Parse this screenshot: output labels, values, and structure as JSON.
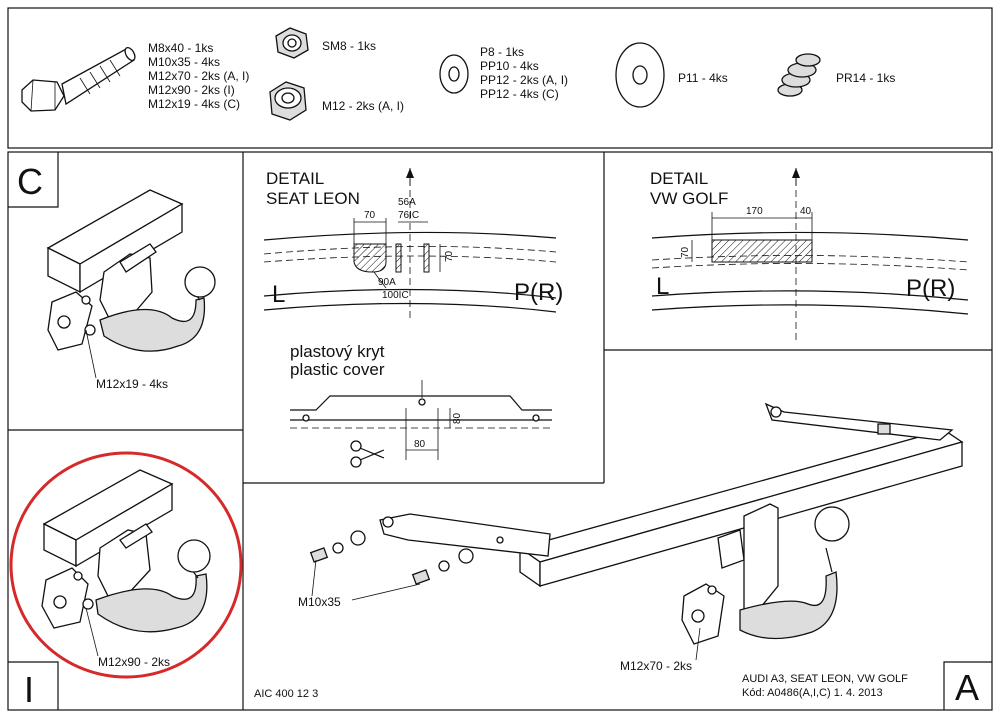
{
  "hardware": {
    "bolt_lines": [
      "M8x40 - 1ks",
      "M10x35 - 4ks",
      "M12x70 - 2ks (A, I)",
      "M12x90 - 2ks (I)",
      "M12x19 - 4ks (C)"
    ],
    "nut_sm8": "SM8 - 1ks",
    "nut_m12": "M12 - 2ks (A, I)",
    "washer_lines": [
      "P8 - 1ks",
      "PP10 - 4ks",
      "PP12 - 2ks (A, I)",
      "PP12 - 4ks (C)"
    ],
    "washer_p11": "P11 - 4ks",
    "spring": "PR14 - 1ks"
  },
  "panel_c": {
    "letter": "C",
    "label": "M12x19 - 4ks"
  },
  "panel_i": {
    "letter": "I",
    "label": "M12x90 - 2ks"
  },
  "panel_a": {
    "letter": "A",
    "label_m10": "M10x35",
    "label_m12": "M12x70 - 2ks"
  },
  "detail_seat": {
    "title1": "DETAIL",
    "title2": "SEAT LEON",
    "dim_70": "70",
    "dim_56a": "56A",
    "dim_76ic": "76IC",
    "dim_vert_70": "70",
    "dim_90a": "90A",
    "dim_100ic": "100IC",
    "left": "L",
    "right": "P(R)"
  },
  "detail_golf": {
    "title1": "DETAIL",
    "title2": "VW GOLF",
    "dim_170": "170",
    "dim_40": "40",
    "dim_vert_70": "70",
    "left": "L",
    "right": "P(R)"
  },
  "cover": {
    "line1": "plastový kryt",
    "line2": "plastic cover",
    "dim_80v": "80",
    "dim_80h": "80"
  },
  "footer": {
    "code_left": "AIC 400 12 3",
    "models": "AUDI A3, SEAT LEON, VW GOLF",
    "kod": "Kód: A0486(A,I,C)  1. 4. 2013"
  },
  "colors": {
    "highlight_ring": "#d62a2a"
  }
}
